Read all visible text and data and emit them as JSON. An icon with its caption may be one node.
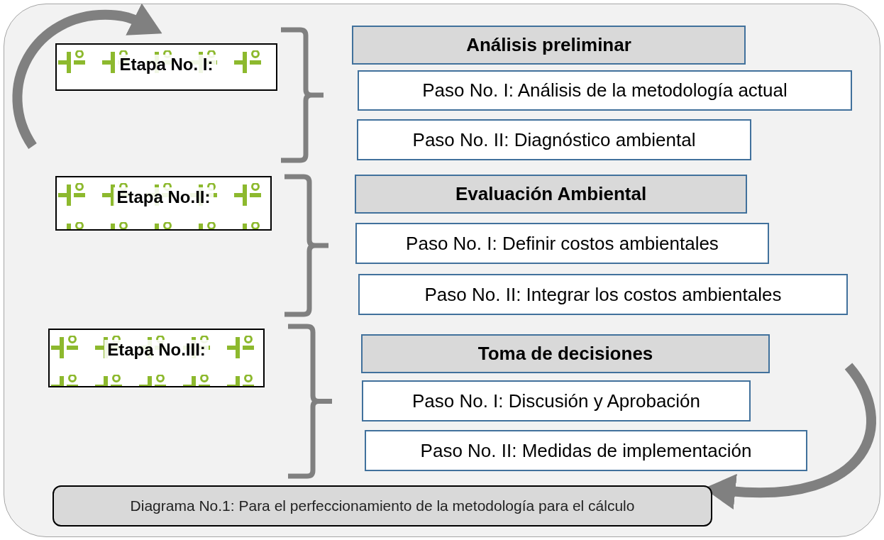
{
  "diagram": {
    "nodes": [
      {
        "text": [],
        "shape": "box"
      },
      {
        "text": [
          "Etapa No. I:"
        ],
        "in": 0
      },
      {
        "text": [
          "Análisis preliminar"
        ],
        "in": 0
      },
      {
        "text": [
          "Paso No. I: Análisis de la metodología actual"
        ],
        "in": 0
      },
      {
        "text": [
          "Paso No. II: Diagnóstico ambiental"
        ],
        "in": 0
      },
      {
        "text": [
          "Etapa No.II:"
        ],
        "in": 0
      },
      {
        "text": [
          "Evaluación Ambiental"
        ],
        "in": 0
      },
      {
        "text": [
          "Paso No. I: Definir costos ambientales"
        ],
        "in": 0
      },
      {
        "text": [
          "Paso No. II: Integrar los costos ambientales"
        ],
        "in": 0
      },
      {
        "text": [
          "Etapa No.III:"
        ],
        "in": 0
      },
      {
        "text": [
          "Toma de decisiones"
        ],
        "in": 0
      },
      {
        "text": [
          "Paso No. I: Discusión y Aprobación"
        ],
        "in": 0
      },
      {
        "text": [
          "Paso No. II: Medidas de implementación"
        ],
        "in": 0
      },
      {
        "text": [
          "Diagrama No.1: Para el perfeccionamiento de la metodología para el cálculo"
        ],
        "in": 0
      }
    ],
    "edges": [
      {
        "from": null,
        "to": 13,
        "arrow": "to"
      }
    ]
  }
}
